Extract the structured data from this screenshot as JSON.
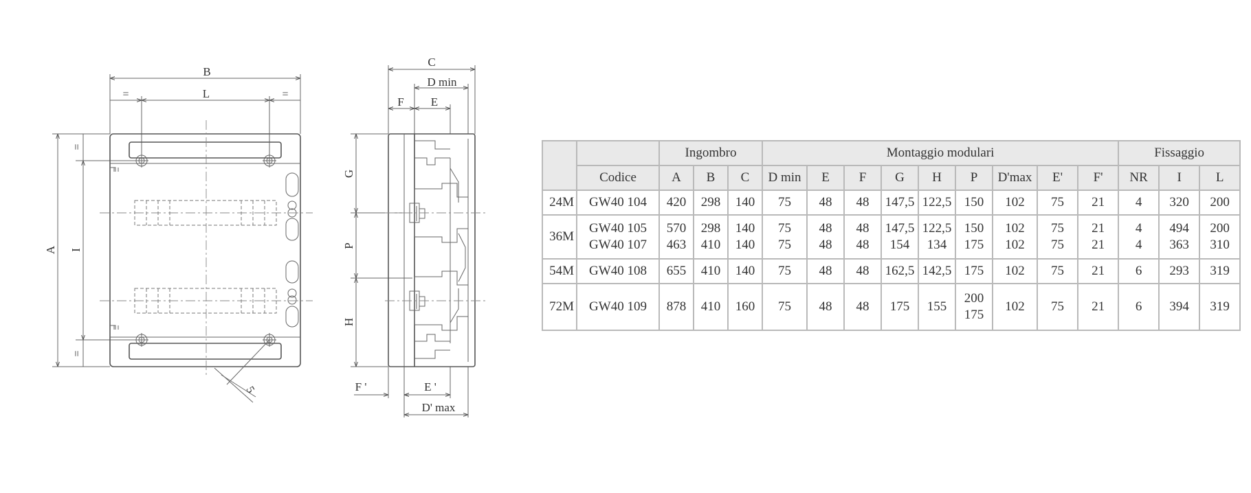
{
  "front_view": {
    "label_B": "B",
    "label_L": "L",
    "label_eq_left": "=",
    "label_eq_right": "=",
    "label_A": "A",
    "label_I": "I",
    "label_eq_top": "=",
    "label_eq_bottom": "=",
    "label_5": "5"
  },
  "side_view": {
    "label_C": "C",
    "label_Dmin": "D min",
    "label_F": "F",
    "label_E": "E",
    "label_G": "G",
    "label_P": "P",
    "label_H": "H",
    "label_Fp": "F '",
    "label_Ep": "E '",
    "label_Dmax": "D' max"
  },
  "table": {
    "group_headers": {
      "ingombro": "Ingombro",
      "montaggio": "Montaggio modulari",
      "fissaggio": "Fissaggio"
    },
    "col_codice": "Codice",
    "columns": [
      "A",
      "B",
      "C",
      "D min",
      "E",
      "F",
      "G",
      "H",
      "P",
      "D'max",
      "E'",
      "F'",
      "NR",
      "I",
      "L"
    ],
    "rows": [
      {
        "model": "24M",
        "codes": [
          "GW40 104"
        ],
        "cells": [
          "420",
          "298",
          "140",
          "75",
          "48",
          "48",
          "147,5",
          "122,5",
          "150",
          "102",
          "75",
          "21",
          "4",
          "320",
          "200"
        ]
      },
      {
        "model": "36M",
        "codes": [
          "GW40 105",
          "GW40 107"
        ],
        "cells": [
          [
            "570",
            "463"
          ],
          [
            "298",
            "410"
          ],
          [
            "140",
            "140"
          ],
          [
            "75",
            "75"
          ],
          [
            "48",
            "48"
          ],
          [
            "48",
            "48"
          ],
          [
            "147,5",
            "154"
          ],
          [
            "122,5",
            "134"
          ],
          [
            "150",
            "175"
          ],
          [
            "102",
            "102"
          ],
          [
            "75",
            "75"
          ],
          [
            "21",
            "21"
          ],
          [
            "4",
            "4"
          ],
          [
            "494",
            "363"
          ],
          [
            "200",
            "310"
          ]
        ]
      },
      {
        "model": "54M",
        "codes": [
          "GW40 108"
        ],
        "cells": [
          "655",
          "410",
          "140",
          "75",
          "48",
          "48",
          "162,5",
          "142,5",
          "175",
          "102",
          "75",
          "21",
          "6",
          "293",
          "319"
        ]
      },
      {
        "model": "72M",
        "codes": [
          "GW40 109"
        ],
        "cells": [
          "878",
          "410",
          "160",
          "75",
          "48",
          "48",
          "175",
          "155",
          [
            "200",
            "175"
          ],
          "102",
          "75",
          "21",
          "6",
          "394",
          "319"
        ]
      }
    ]
  }
}
